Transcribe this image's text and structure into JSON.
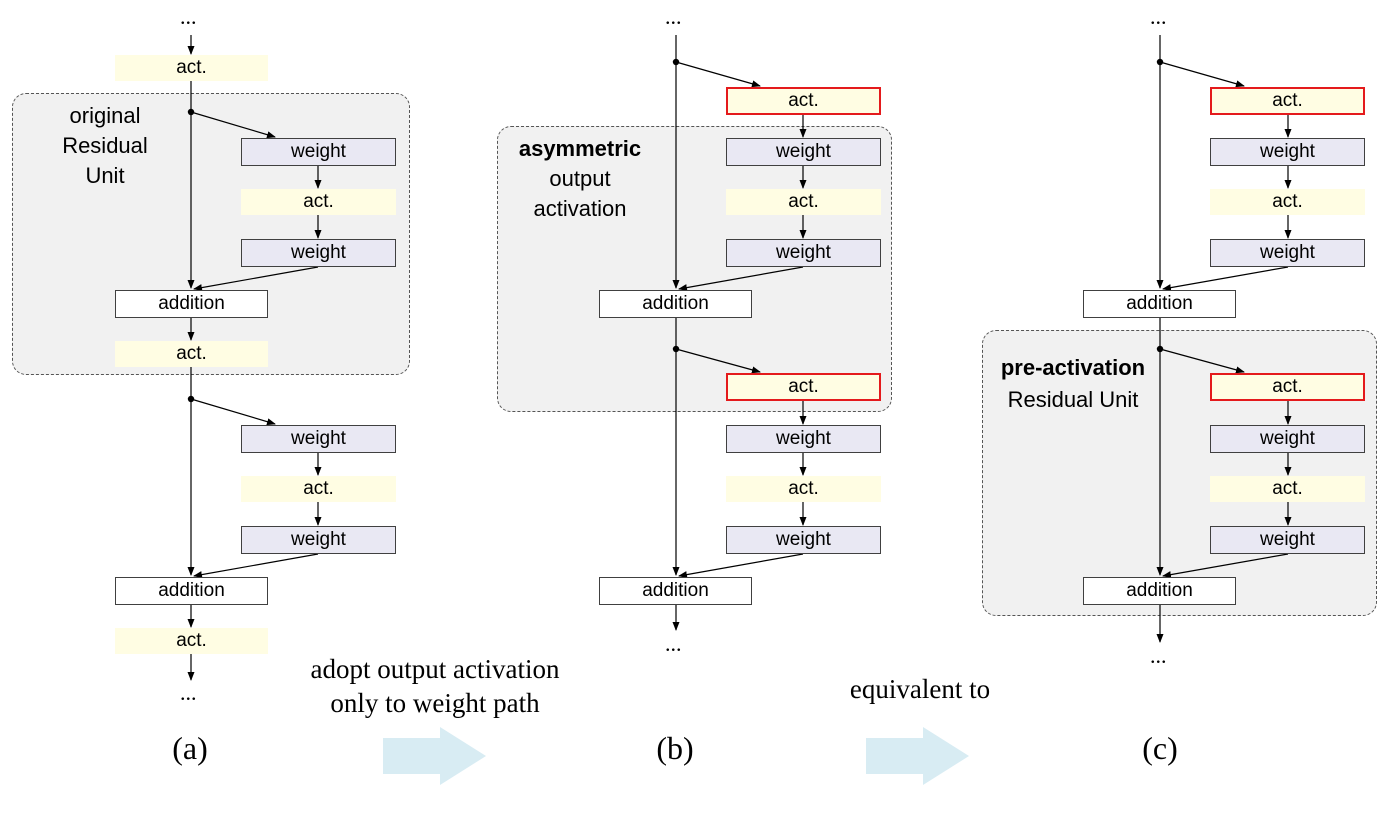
{
  "labels": {
    "weight": "weight",
    "act": "act.",
    "addition": "addition",
    "ellipsis": "..."
  },
  "panel_a": {
    "group_label_line1": "original",
    "group_label_line2": "Residual",
    "group_label_line3": "Unit",
    "caption": "(a)"
  },
  "panel_b": {
    "group_label_bold": "asymmetric",
    "group_label_line2": "output",
    "group_label_line3": "activation",
    "caption": "(b)"
  },
  "panel_c": {
    "group_label_bold": "pre-activation",
    "group_label_line2": "Residual Unit",
    "caption": "(c)"
  },
  "transitions": {
    "a_to_b_line1": "adopt output activation",
    "a_to_b_line2": "only to weight path",
    "b_to_c": "equivalent to"
  },
  "colors": {
    "weight_fill": "#e9e8f3",
    "act_fill": "#fffde3",
    "highlight_border": "#e41a1c",
    "group_fill": "#f1f1f1",
    "arrow_fill": "#d8ecf3"
  }
}
